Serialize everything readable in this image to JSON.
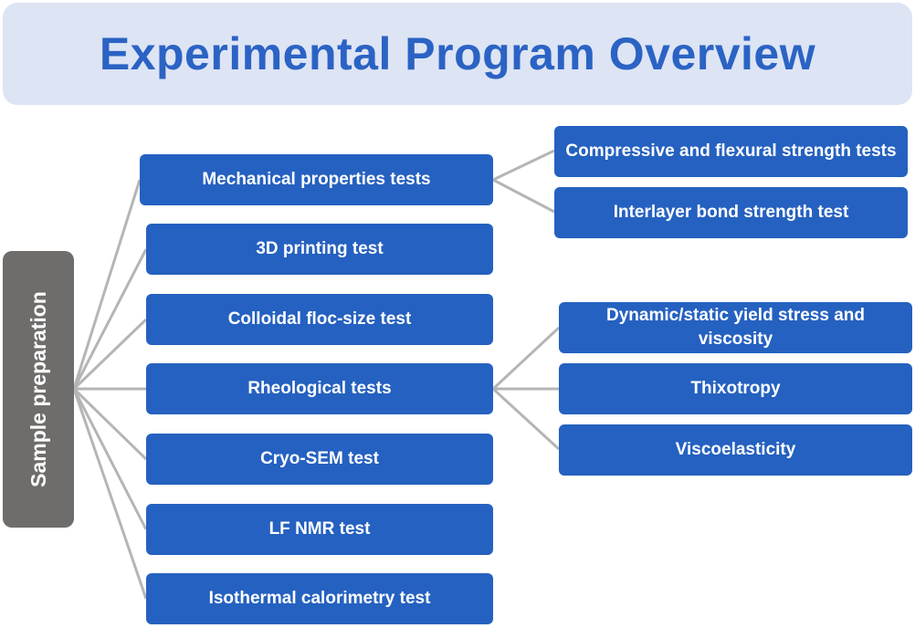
{
  "title": "Experimental Program Overview",
  "root": {
    "label": "Sample preparation"
  },
  "tests": [
    {
      "label": "Mechanical properties tests"
    },
    {
      "label": "3D printing test"
    },
    {
      "label": "Colloidal floc-size test"
    },
    {
      "label": "Rheological tests"
    },
    {
      "label": "Cryo-SEM test"
    },
    {
      "label": "LF NMR test"
    },
    {
      "label": "Isothermal calorimetry test"
    }
  ],
  "mechanical_subtests": [
    {
      "label": "Compressive and flexural strength tests"
    },
    {
      "label": "Interlayer bond strength test"
    }
  ],
  "rheological_subtests": [
    {
      "label": "Dynamic/static yield stress and viscosity"
    },
    {
      "label": "Thixotropy"
    },
    {
      "label": "Viscoelasticity"
    }
  ],
  "colors": {
    "title_banner": "#dde4f4",
    "title_text": "#2b63c4",
    "node_fill": "#2561c0",
    "root_fill": "#6f6d6b",
    "connector": "#b5b5b5"
  }
}
